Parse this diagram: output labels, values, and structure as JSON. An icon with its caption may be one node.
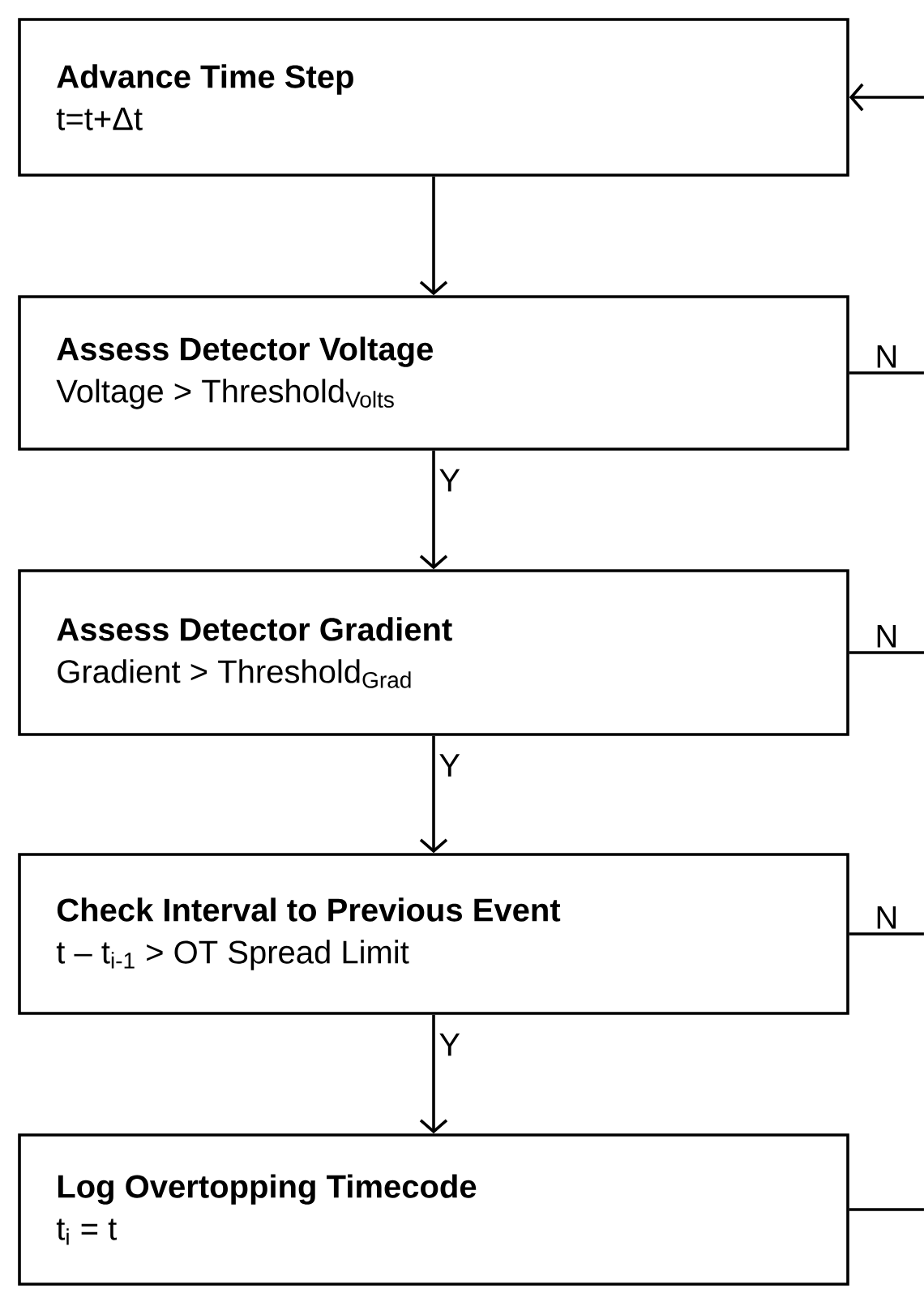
{
  "diagram": {
    "nodes": [
      {
        "text": [
          "Advance Time Step",
          "t=t+Δt"
        ]
      },
      {
        "text": [
          "Assess Detector Voltage",
          "Voltage > Threshold$_{Volts}$"
        ]
      },
      {
        "text": [
          "Assess Detector Gradient",
          "Gradient > Threshold$_{Grad}$"
        ]
      },
      {
        "text": [
          "Check Interval to Previous Event",
          "t – t$_{i-1}$ > OT Spread Limit"
        ]
      },
      {
        "text": [
          "Log Overtopping Timecode",
          "t$_{i}$ = t"
        ]
      }
    ],
    "edges": [
      {
        "from": 0,
        "to": 1,
        "arrow": "to"
      },
      {
        "from": 1,
        "to": 2,
        "arrow": "to",
        "label": "Y"
      },
      {
        "from": 2,
        "to": 3,
        "arrow": "to",
        "label": "Y"
      },
      {
        "from": 3,
        "to": 4,
        "arrow": "to",
        "label": "Y"
      },
      {
        "from": 1,
        "to": null,
        "arrow": "none",
        "label": "N"
      },
      {
        "from": 2,
        "to": null,
        "arrow": "none",
        "label": "N"
      },
      {
        "from": 3,
        "to": null,
        "arrow": "none",
        "label": "N"
      },
      {
        "from": 4,
        "to": null,
        "arrow": "none"
      },
      {
        "from": null,
        "to": 0,
        "arrow": "to"
      }
    ]
  }
}
